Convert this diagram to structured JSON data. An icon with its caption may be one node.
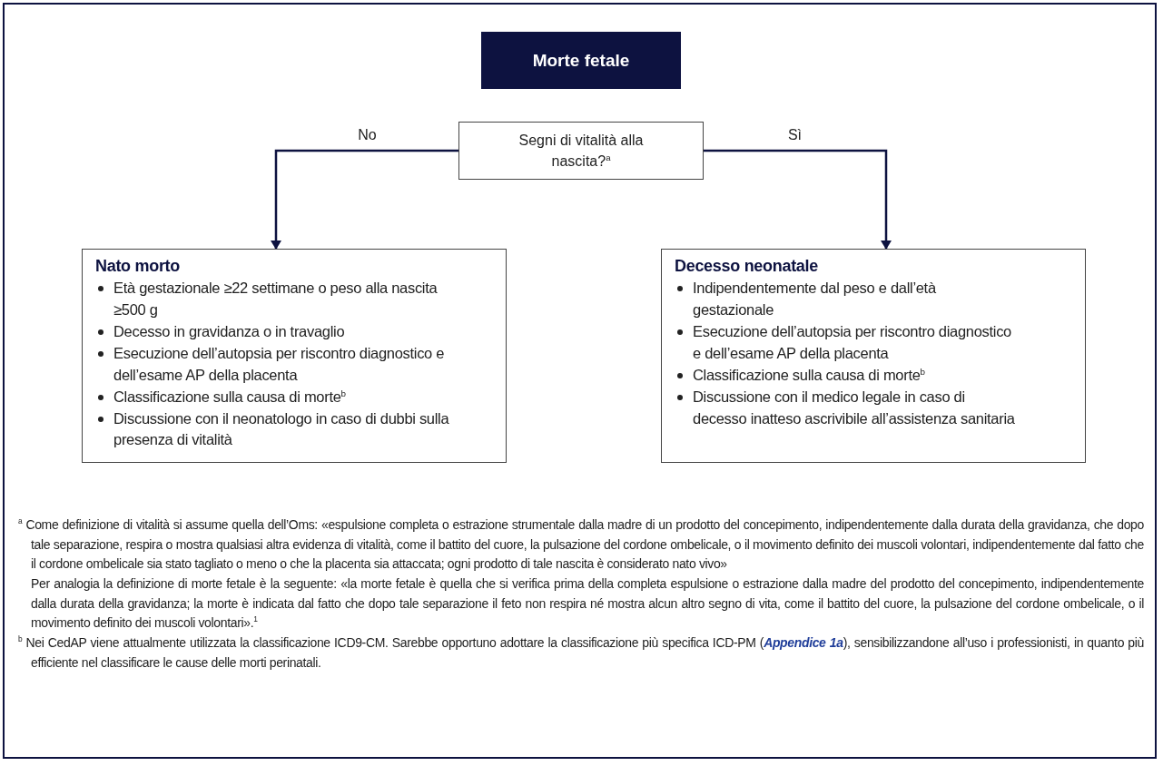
{
  "diagram": {
    "nodes": [
      {
        "text": [
          "Morte fetale"
        ]
      },
      {
        "text": [
          "Segni di vitalità alla nascita?$^{a}$"
        ]
      },
      {
        "text": [
          "Nato morto",
          "Età gestazionale ≥22 settimane o peso alla nascita ≥500 g",
          "Decesso in gravidanza o in travaglio",
          "Esecuzione dell’autopsia per riscontro diagnostico e dell’esame AP della placenta",
          "Classificazione sulla causa di morte$^{b}$",
          "Discussione con il neonatologo in caso di dubbi sulla presenza di vitalità"
        ]
      },
      {
        "text": [
          "Decesso neonatale",
          "Indipendentemente dal peso e dall’età gestazionale",
          "Esecuzione dell’autopsia per riscontro diagnostico e dell’esame AP della placenta",
          "Classificazione sulla causa di morte$^{b}$",
          "Discussione con il medico legale in caso di decesso inatteso ascrivibile all’assistenza sanitaria"
        ]
      }
    ],
    "edges": [
      {
        "from": 1,
        "to": 2,
        "arrow": "to",
        "label": "No"
      },
      {
        "from": 1,
        "to": 3,
        "arrow": "to",
        "label": "Sì"
      }
    ],
    "labels": [
      "$^{a}$ Come definizione di vitalità si assume quella dell’Oms: «espulsione completa o estrazione strumentale dalla madre di un prodotto del concepimento, indipendentemente dalla durata della gravidanza, che dopo tale separazione, respira o mostra qualsiasi altra evidenza di vitalità, come il battito del cuore, la pulsazione del cordone ombelicale, o il movimento definito dei muscoli volontari, indipendentemente dal fatto che il cordone ombelicale sia stato tagliato o meno o che la placenta sia attaccata; ogni prodotto di tale nascita è considerato nato vivo»",
      "Per analogia la definizione di morte fetale è la seguente: «la morte fetale è quella che si verifica prima della completa espulsione o estrazione dalla madre del prodotto del concepimento, indipendentemente dalla durata della gravidanza; la morte è indicata dal fatto che dopo tale separazione il feto non respira né mostra alcun altro segno di vita, come il battito del cuore, la pulsazione del cordone ombelicale, o il movimento definito dei muscoli volontari».$^{1}$",
      "$^{b}$ Nei CedAP viene attualmente utilizzata la classificazione ICD9-CM. Sarebbe opportuno adottare la classificazione più specifica ICD-PM (**Appendice 1a**), sensibilizzandone all’uso i professionisti, in quanto più efficiente nel classificare le cause delle morti perinatali."
    ]
  }
}
